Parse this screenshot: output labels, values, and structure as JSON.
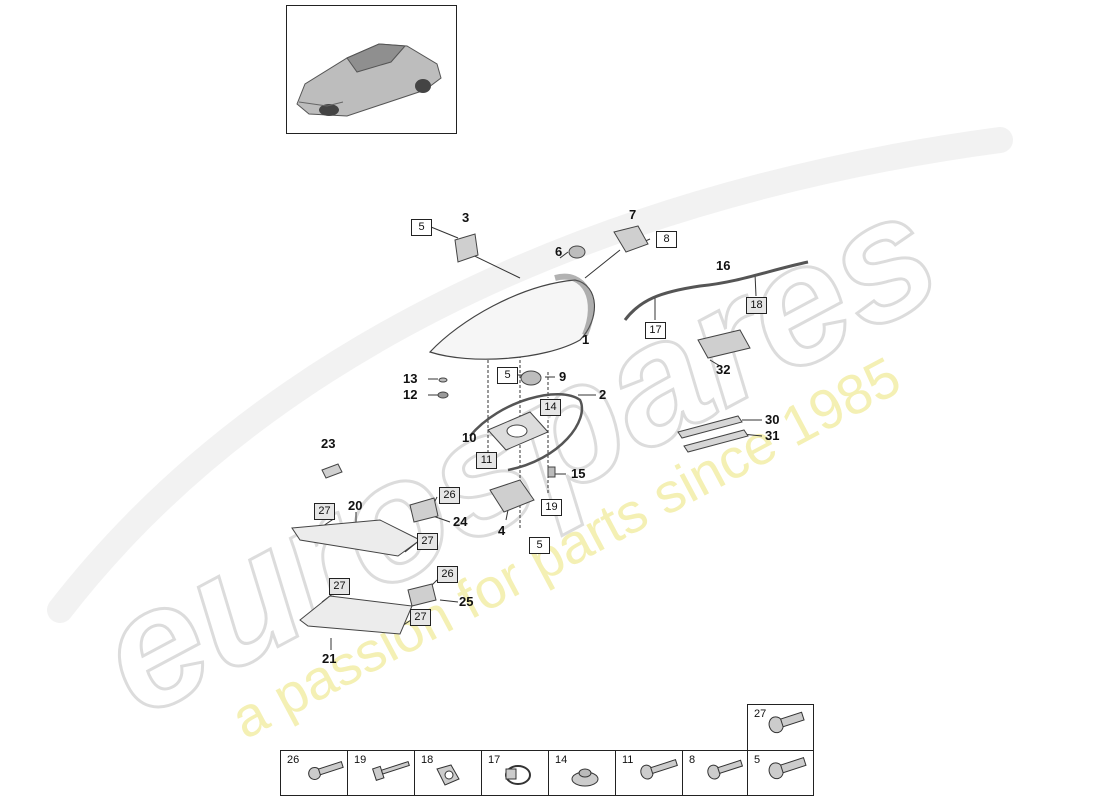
{
  "watermark": {
    "brand": "eurospares",
    "tagline": "a passion for parts since 1985",
    "brand_color": "#d8d8d8",
    "tagline_color": "#f3efb0"
  },
  "callouts": [
    {
      "id": "c3",
      "text": "3"
    },
    {
      "id": "c7",
      "text": "7"
    },
    {
      "id": "c6",
      "text": "6"
    },
    {
      "id": "c16",
      "text": "16"
    },
    {
      "id": "c1",
      "text": "1"
    },
    {
      "id": "c9",
      "text": "9"
    },
    {
      "id": "c2",
      "text": "2"
    },
    {
      "id": "c13",
      "text": "13"
    },
    {
      "id": "c12",
      "text": "12"
    },
    {
      "id": "c32",
      "text": "32"
    },
    {
      "id": "c30",
      "text": "30"
    },
    {
      "id": "c31",
      "text": "31"
    },
    {
      "id": "c10",
      "text": "10"
    },
    {
      "id": "c23",
      "text": "23"
    },
    {
      "id": "c15",
      "text": "15"
    },
    {
      "id": "c4",
      "text": "4"
    },
    {
      "id": "c20",
      "text": "20"
    },
    {
      "id": "c24",
      "text": "24"
    },
    {
      "id": "c25",
      "text": "25"
    },
    {
      "id": "c21",
      "text": "21"
    }
  ],
  "box_refs": [
    {
      "id": "b5a",
      "text": "5"
    },
    {
      "id": "b8",
      "text": "8"
    },
    {
      "id": "b18",
      "text": "18"
    },
    {
      "id": "b17",
      "text": "17"
    },
    {
      "id": "b5b",
      "text": "5"
    },
    {
      "id": "b14",
      "text": "14"
    },
    {
      "id": "b11",
      "text": "11"
    },
    {
      "id": "b19",
      "text": "19"
    },
    {
      "id": "b5c",
      "text": "5"
    },
    {
      "id": "b26a",
      "text": "26"
    },
    {
      "id": "b27a",
      "text": "27"
    },
    {
      "id": "b27b",
      "text": "27"
    },
    {
      "id": "b27c",
      "text": "27"
    },
    {
      "id": "b26b",
      "text": "26"
    },
    {
      "id": "b27d",
      "text": "27"
    }
  ],
  "parts_table": {
    "top_cell": "27",
    "bottom_cells": [
      "26",
      "19",
      "18",
      "17",
      "14",
      "11",
      "8",
      "5"
    ]
  }
}
